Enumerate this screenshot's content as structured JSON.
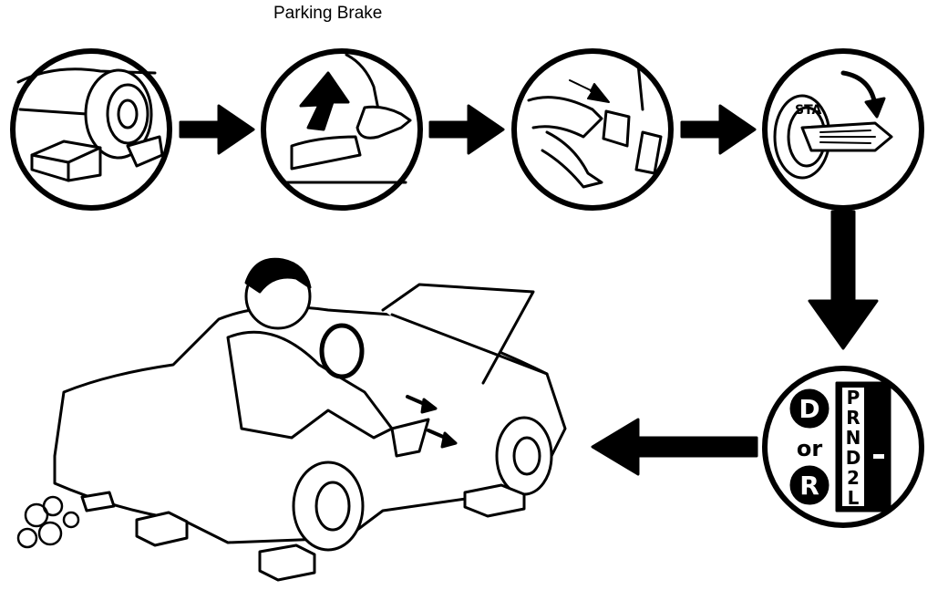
{
  "steps": [
    {
      "id": "chock-wheels"
    },
    {
      "id": "parking-brake"
    },
    {
      "id": "brake-pedal"
    },
    {
      "id": "start-engine"
    },
    {
      "id": "select-gear"
    },
    {
      "id": "check-engagement"
    }
  ],
  "labels": {
    "parking_brake": "Parking Brake",
    "ignition_key_text": "STA",
    "gear_d": "D",
    "gear_or": "or",
    "gear_r": "R",
    "shift_positions": [
      "P",
      "R",
      "N",
      "D",
      "2",
      "L"
    ]
  },
  "colors": {
    "ink": "#000000",
    "paper": "#ffffff"
  }
}
